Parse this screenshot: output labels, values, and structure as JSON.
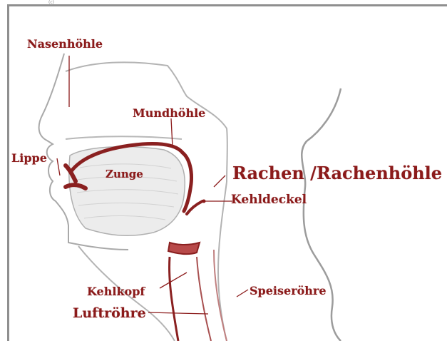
{
  "corner_text": "(c)",
  "colors": {
    "label": "#8b1a1a",
    "organ": "#8a2020",
    "outline": "#a9a9a9",
    "border": "#8f8f8f"
  },
  "labels": {
    "nasenhoehle": "Nasenhöhle",
    "mundhoehle": "Mundhöhle",
    "lippe": "Lippe",
    "zunge": "Zunge",
    "rachen": "Rachen /Rachenhöhle",
    "kehldeckel": "Kehldeckel",
    "kehlkopf": "Kehlkopf",
    "luftroehre": "Luftröhre",
    "speiseroehre": "Speiseröhre"
  }
}
